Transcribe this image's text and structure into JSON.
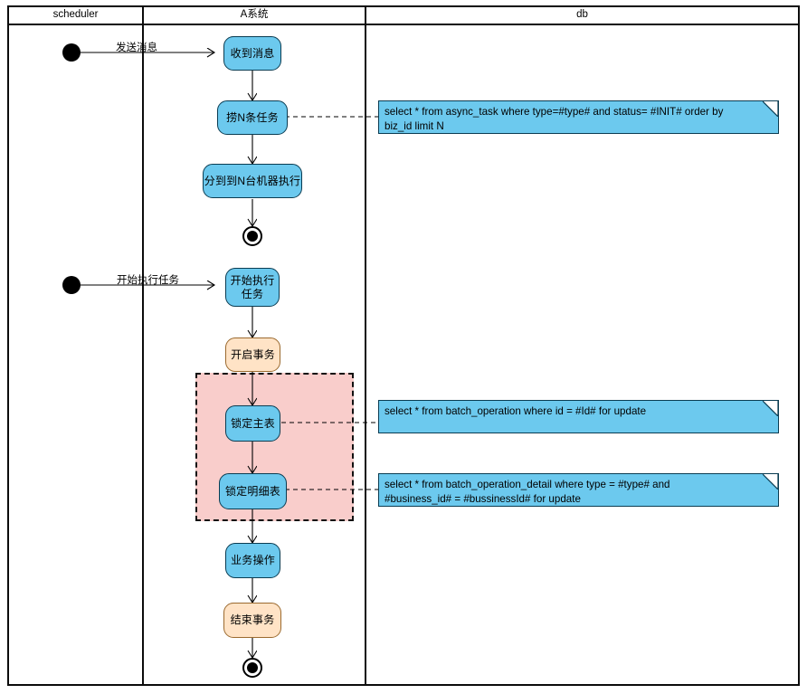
{
  "diagram": {
    "title": "async task scheduling activity diagram",
    "colors": {
      "activity_fill": "#6cc9ee",
      "transaction_fill": "#ffe3c6",
      "region_fill": "#f9cdcb",
      "note_fill": "#6cc9ee",
      "stroke": "#0a3c52",
      "line": "#000000"
    },
    "lanes": [
      {
        "id": "lane-scheduler",
        "label": "scheduler"
      },
      {
        "id": "lane-a-system",
        "label": "A系统"
      },
      {
        "id": "lane-db",
        "label": "db"
      }
    ],
    "nodes": [
      {
        "id": "start-1",
        "type": "initial-node",
        "label": ""
      },
      {
        "id": "act-1",
        "type": "activity",
        "style": "blue",
        "label": "收到消息"
      },
      {
        "id": "act-2",
        "type": "activity",
        "style": "blue",
        "label": "捞N条任务"
      },
      {
        "id": "act-3",
        "type": "activity",
        "style": "blue",
        "label": "分到到N台机器执行"
      },
      {
        "id": "end-1",
        "type": "final-node",
        "label": ""
      },
      {
        "id": "start-2",
        "type": "initial-node",
        "label": ""
      },
      {
        "id": "act-4",
        "type": "activity",
        "style": "blue",
        "label": "开始执行\n任务"
      },
      {
        "id": "act-5",
        "type": "activity",
        "style": "beige",
        "label": "开启事务"
      },
      {
        "id": "act-6",
        "type": "activity",
        "style": "blue",
        "label": "锁定主表"
      },
      {
        "id": "act-7",
        "type": "activity",
        "style": "blue",
        "label": "锁定明细表"
      },
      {
        "id": "act-8",
        "type": "activity",
        "style": "blue",
        "label": "业务操作"
      },
      {
        "id": "act-9",
        "type": "activity",
        "style": "beige",
        "label": "结束事务"
      },
      {
        "id": "end-2",
        "type": "final-node",
        "label": ""
      }
    ],
    "edge_labels": [
      {
        "id": "edge-label-1",
        "label": "发送消息"
      },
      {
        "id": "edge-label-2",
        "label": "开始执行任务"
      }
    ],
    "region": {
      "id": "lock-region",
      "label": ""
    },
    "notes": [
      {
        "id": "note-1",
        "attached_to": "act-2",
        "lines": [
          "select * from async_task where type=#type# and status= #INIT# order by",
          "biz_id limit N"
        ]
      },
      {
        "id": "note-2",
        "attached_to": "act-6",
        "lines": [
          "select * from batch_operation where id = #Id# for update"
        ]
      },
      {
        "id": "note-3",
        "attached_to": "act-7",
        "lines": [
          "select * from batch_operation_detail where type = #type# and",
          "#business_id# = #bussinessId# for update"
        ]
      }
    ]
  }
}
